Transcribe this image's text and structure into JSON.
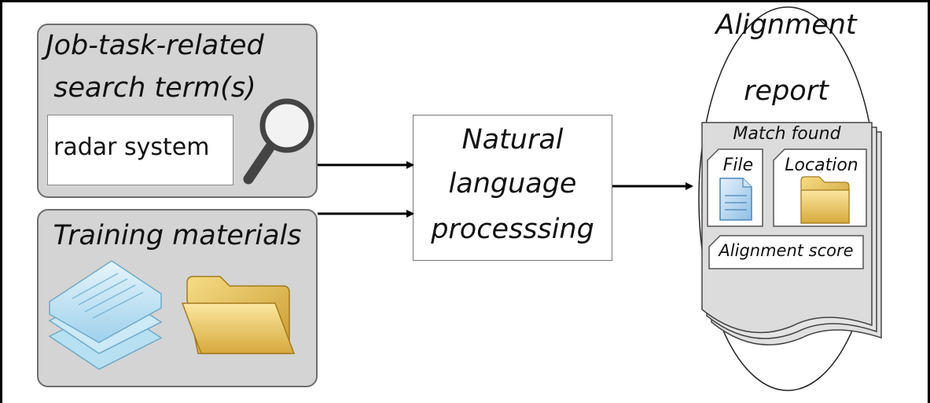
{
  "search_panel": {
    "title_line1": "Job-task-related",
    "title_line2": "search term(s)",
    "input_value": "radar system"
  },
  "training_panel": {
    "title": "Training materials"
  },
  "nlp_box": {
    "line1": "Natural",
    "line2": "language",
    "line3": "processsing"
  },
  "report": {
    "title_line1": "Alignment",
    "title_line2": "report",
    "match_label": "Match found",
    "file_label": "File",
    "location_label": "Location",
    "score_label": "Alignment score"
  },
  "icons": {
    "search": "magnifier-icon",
    "documents": "document-stack-icon",
    "folder": "folder-icon",
    "file": "file-icon",
    "location": "folder-icon"
  },
  "colors": {
    "panel_fill": "#d4d4d4",
    "panel_border": "#6e6e6e",
    "folder_gold": "#e8c45a",
    "doc_blue": "#a9d6ee"
  }
}
